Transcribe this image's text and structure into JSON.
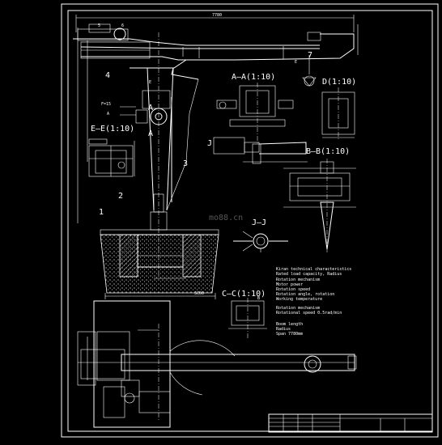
{
  "drawing": {
    "overall_dim": "7780",
    "callouts": {
      "c1": "1",
      "c2": "2",
      "c3": "3",
      "c4": "4",
      "c5": "5",
      "c6": "6",
      "c7": "7"
    },
    "view_ids": {
      "a": "A",
      "e": "E",
      "d": "D",
      "j": "J",
      "b": "B"
    },
    "section_labels": {
      "aa": "A—A(1:10)",
      "d": "D(1:10)",
      "ee": "E—E(1:10)",
      "bb": "B—B(1:10)",
      "jj": "J—J",
      "cc": "C—C(1:10)"
    },
    "foundation_dim": "SC00",
    "watermark": "mo88.cn",
    "notes": {
      "block1": [
        "Kiran technical characteristics",
        "Rated load capacity, Radius",
        "Rotation mechanism",
        "Motor power",
        "Rotation speed",
        "Rotation angle, rotation",
        "Working temperature"
      ],
      "block2": [
        "Rotation mechanism",
        "Rotational speed 0.5rad/min"
      ],
      "block3": [
        "Boom length",
        "Radius",
        "Span 7780mm"
      ]
    }
  }
}
